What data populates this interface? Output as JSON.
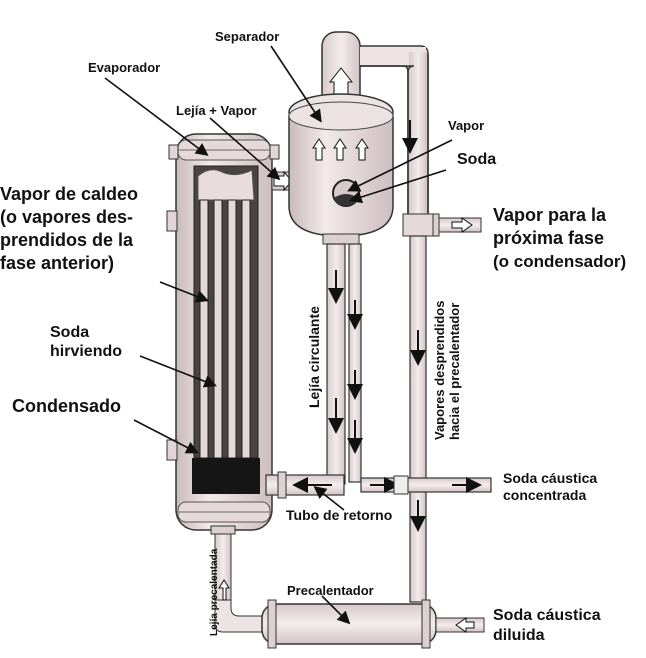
{
  "labels": {
    "separador": "Separador",
    "evaporador": "Evaporador",
    "lejia_vapor": "Lejía + Vapor",
    "vapor": "Vapor",
    "soda": "Soda",
    "vapor_caldeo": [
      "Vapor de caldeo",
      "(o vapores des-",
      "prendidos de la",
      "fase anterior)"
    ],
    "vapor_proxima": [
      "Vapor para la",
      "próxima fase",
      "(o condensador)"
    ],
    "soda_hirviendo": [
      "Soda",
      "hirviendo"
    ],
    "condensado": "Condensado",
    "lejia_circulante": "Lejía circulante",
    "vapores_desprendidos": [
      "Vapores desprendidos",
      "hacia el precalentador"
    ],
    "soda_caustica_concentrada": [
      "Soda cáustica",
      "concentrada"
    ],
    "tubo_retorno": "Tubo de retorno",
    "lejia_precalentada": "Lejía precalentada",
    "precalentador": "Precalentador",
    "soda_caustica_diluida": [
      "Soda cáustica",
      "diluida"
    ]
  },
  "colors": {
    "shell": "#e9dcde",
    "outline": "#333333",
    "tube": "#3a3a3a",
    "condensate": "#1a1a1a",
    "arrow": "#111111"
  }
}
